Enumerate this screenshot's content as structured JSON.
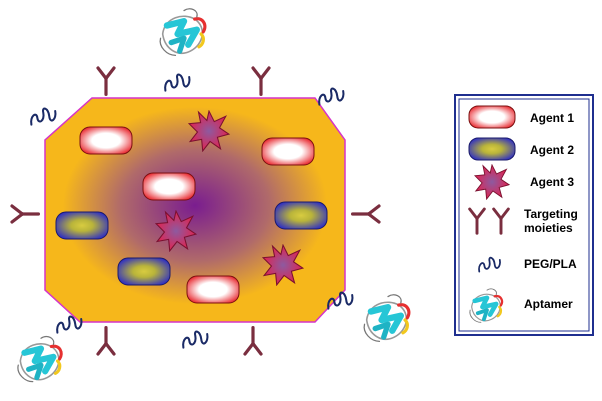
{
  "diagram": {
    "colors": {
      "core_fill": "#f6b71b",
      "core_center": "#7a1d8f",
      "core_border": "#d633c8",
      "agent1": "#e8242b",
      "agent2": "#2a2ac8",
      "agent2_center": "#c9c23a",
      "agent3": "#e0204a",
      "agent3_center": "#9b4f96",
      "targeting": "#7a2e3f",
      "peg": "#1a2a66",
      "legend_border": "#1f2f8f"
    },
    "legend": {
      "items": [
        {
          "key": "agent1",
          "label": "Agent 1"
        },
        {
          "key": "agent2",
          "label": "Agent 2"
        },
        {
          "key": "agent3",
          "label": "Agent 3"
        },
        {
          "key": "targeting",
          "label": "Targeting moieties",
          "lines": [
            "Targeting",
            "moieties"
          ]
        },
        {
          "key": "peg",
          "label": "PEG/PLA"
        },
        {
          "key": "aptamer",
          "label": "Aptamer"
        }
      ]
    }
  }
}
